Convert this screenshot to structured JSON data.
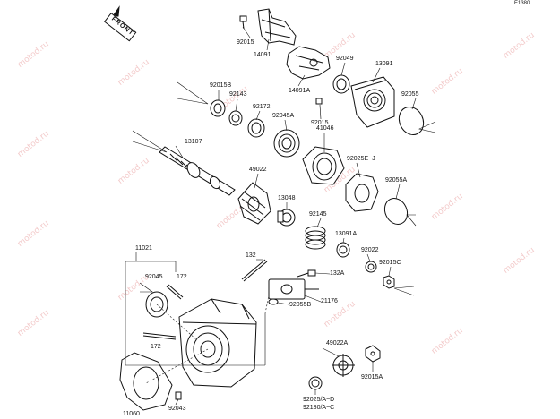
{
  "diagram_code": "E1380",
  "front_tag": "FRONT",
  "watermark": "motod.ru",
  "labels": {
    "p92015_top": "92015",
    "p14091": "14091",
    "p92049": "92049",
    "p13091": "13091",
    "p14091A": "14091A",
    "p92015B": "92015B",
    "p92143": "92143",
    "p92172": "92172",
    "p92045A": "92045A",
    "p92015_mid": "92015",
    "p92055": "92055",
    "p41046": "41046",
    "p13107": "13107",
    "p92025E_J": "92025E~J",
    "p49022": "49022",
    "p92055A": "92055A",
    "p13048": "13048",
    "p92145": "92145",
    "p13091A": "13091A",
    "p92022": "92022",
    "p11021": "11021",
    "p132": "132",
    "p92015C": "92015C",
    "p132A": "132A",
    "p92045": "92045",
    "p172_top": "172",
    "p21176": "21176",
    "p92055B": "92055B",
    "p172_bottom": "172",
    "p49022A": "49022A",
    "p92015A": "92015A",
    "p92025_A_D": "92025/A~D",
    "p92180_A_C": "92180/A~C",
    "p11060": "11060",
    "p92043": "92043"
  }
}
